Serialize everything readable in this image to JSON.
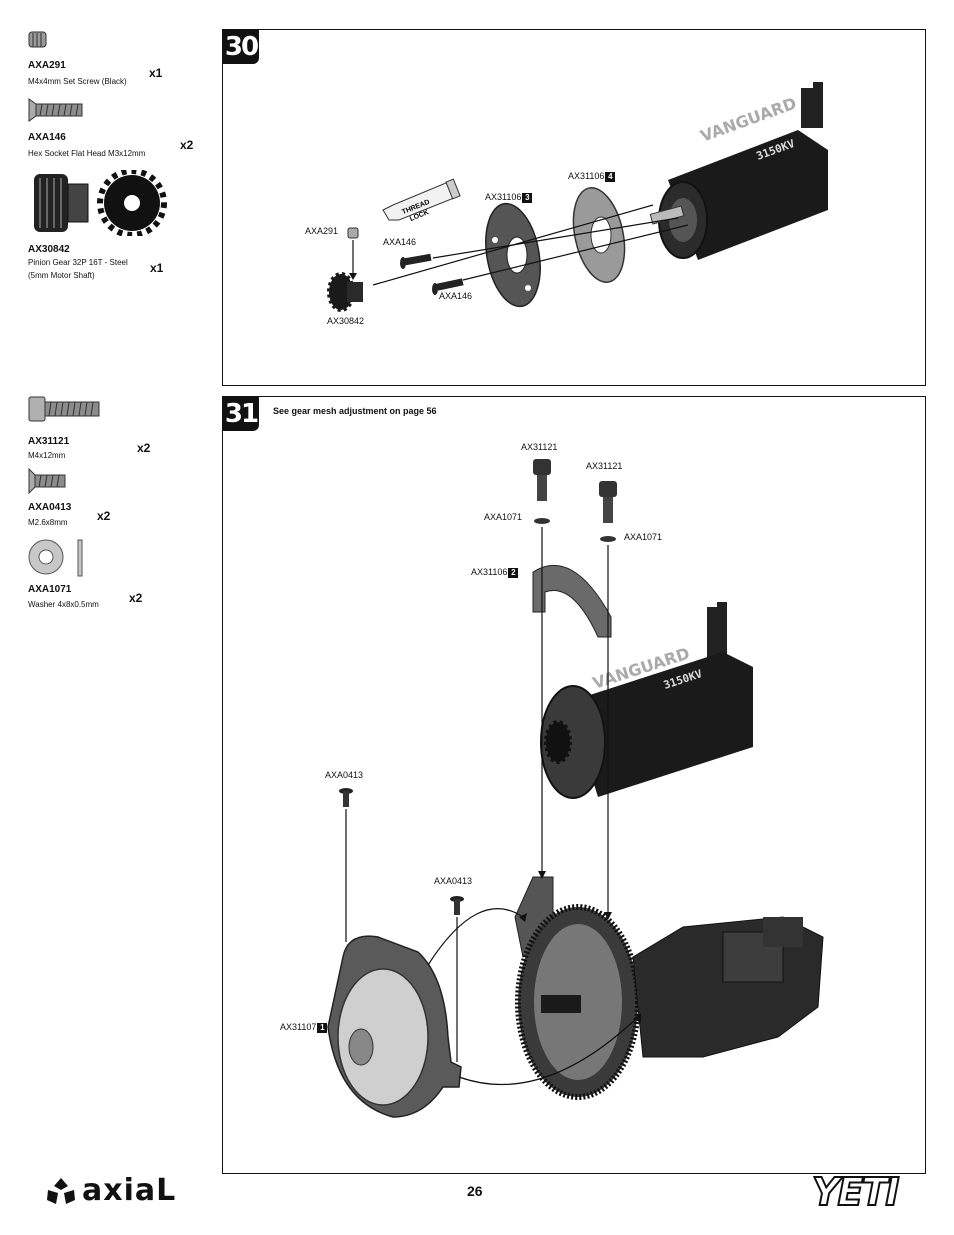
{
  "sidebar_top": [
    {
      "code": "AXA291",
      "desc": [
        "M4x4mm Set Screw (Black)"
      ],
      "qty": "x1",
      "icon": "set-screw-icon"
    },
    {
      "code": "AXA146",
      "desc": [
        "Hex Socket Flat Head M3x12mm"
      ],
      "qty": "x2",
      "icon": "flat-head-screw-icon"
    },
    {
      "code": "AX30842",
      "desc": [
        "Pinion Gear 32P 16T - Steel",
        "(5mm Motor Shaft)"
      ],
      "qty": "x1",
      "icon": "pinion-gear-icon"
    }
  ],
  "sidebar_bottom": [
    {
      "code": "AX31121",
      "desc": [
        "M4x12mm"
      ],
      "qty": "x2",
      "icon": "cap-screw-icon"
    },
    {
      "code": "AXA0413",
      "desc": [
        "M2.6x8mm"
      ],
      "qty": "x2",
      "icon": "small-flat-screw-icon"
    },
    {
      "code": "AXA1071",
      "desc": [
        "Washer 4x8x0.5mm"
      ],
      "qty": "x2",
      "icon": "washer-icon"
    }
  ],
  "step30": {
    "number": "30",
    "thread_lock": [
      "THREAD",
      "LOCK"
    ],
    "motor_brand": "VANGUARD",
    "motor_kv": "3150KV",
    "callouts": {
      "axa291": "AXA291",
      "axa146_a": "AXA146",
      "axa146_b": "AXA146",
      "ax30842": "AX30842",
      "ax31106_3": "AX31106",
      "ax31106_3_tag": "3",
      "ax31106_4": "AX31106",
      "ax31106_4_tag": "4"
    }
  },
  "step31": {
    "number": "31",
    "note": "See gear mesh adjustment on page 56",
    "motor_brand": "VANGUARD",
    "motor_kv": "3150KV",
    "callouts": {
      "ax31121_a": "AX31121",
      "ax31121_b": "AX31121",
      "axa1071_a": "AXA1071",
      "axa1071_b": "AXA1071",
      "ax31106_2": "AX31106",
      "ax31106_2_tag": "2",
      "axa0413_a": "AXA0413",
      "axa0413_b": "AXA0413",
      "ax31107_1": "AX31107",
      "ax31107_1_tag": "1"
    }
  },
  "footer": {
    "page_number": "26",
    "brand": "axiaL",
    "model_logo": "YETI"
  }
}
